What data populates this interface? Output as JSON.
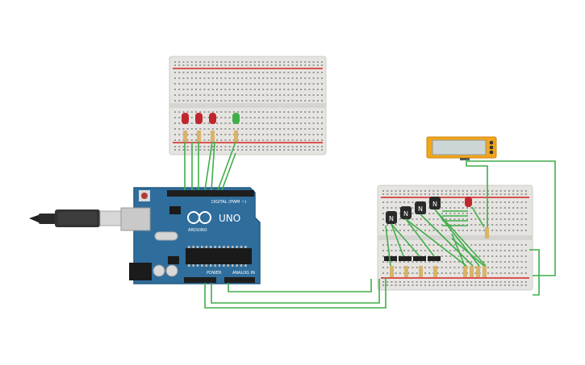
{
  "arduino": {
    "board_label": "UNO",
    "brand_label": "ARDUINO",
    "digital_header_label": "DIGITAL (PWM ~)",
    "power_label": "POWER",
    "analog_label": "ANALOG IN",
    "board_color": "#2f6d9c",
    "board_edge_color": "#245a82"
  },
  "wire_color": "#3fae49",
  "led_colors": [
    "#c0272d",
    "#c0272d",
    "#c0272d",
    "#3fae49"
  ],
  "transistor_symbol": "N",
  "transistor_count": 4,
  "lcd_label": "",
  "rail_colors": {
    "positive": "#d9534f",
    "negative": "#333333"
  }
}
